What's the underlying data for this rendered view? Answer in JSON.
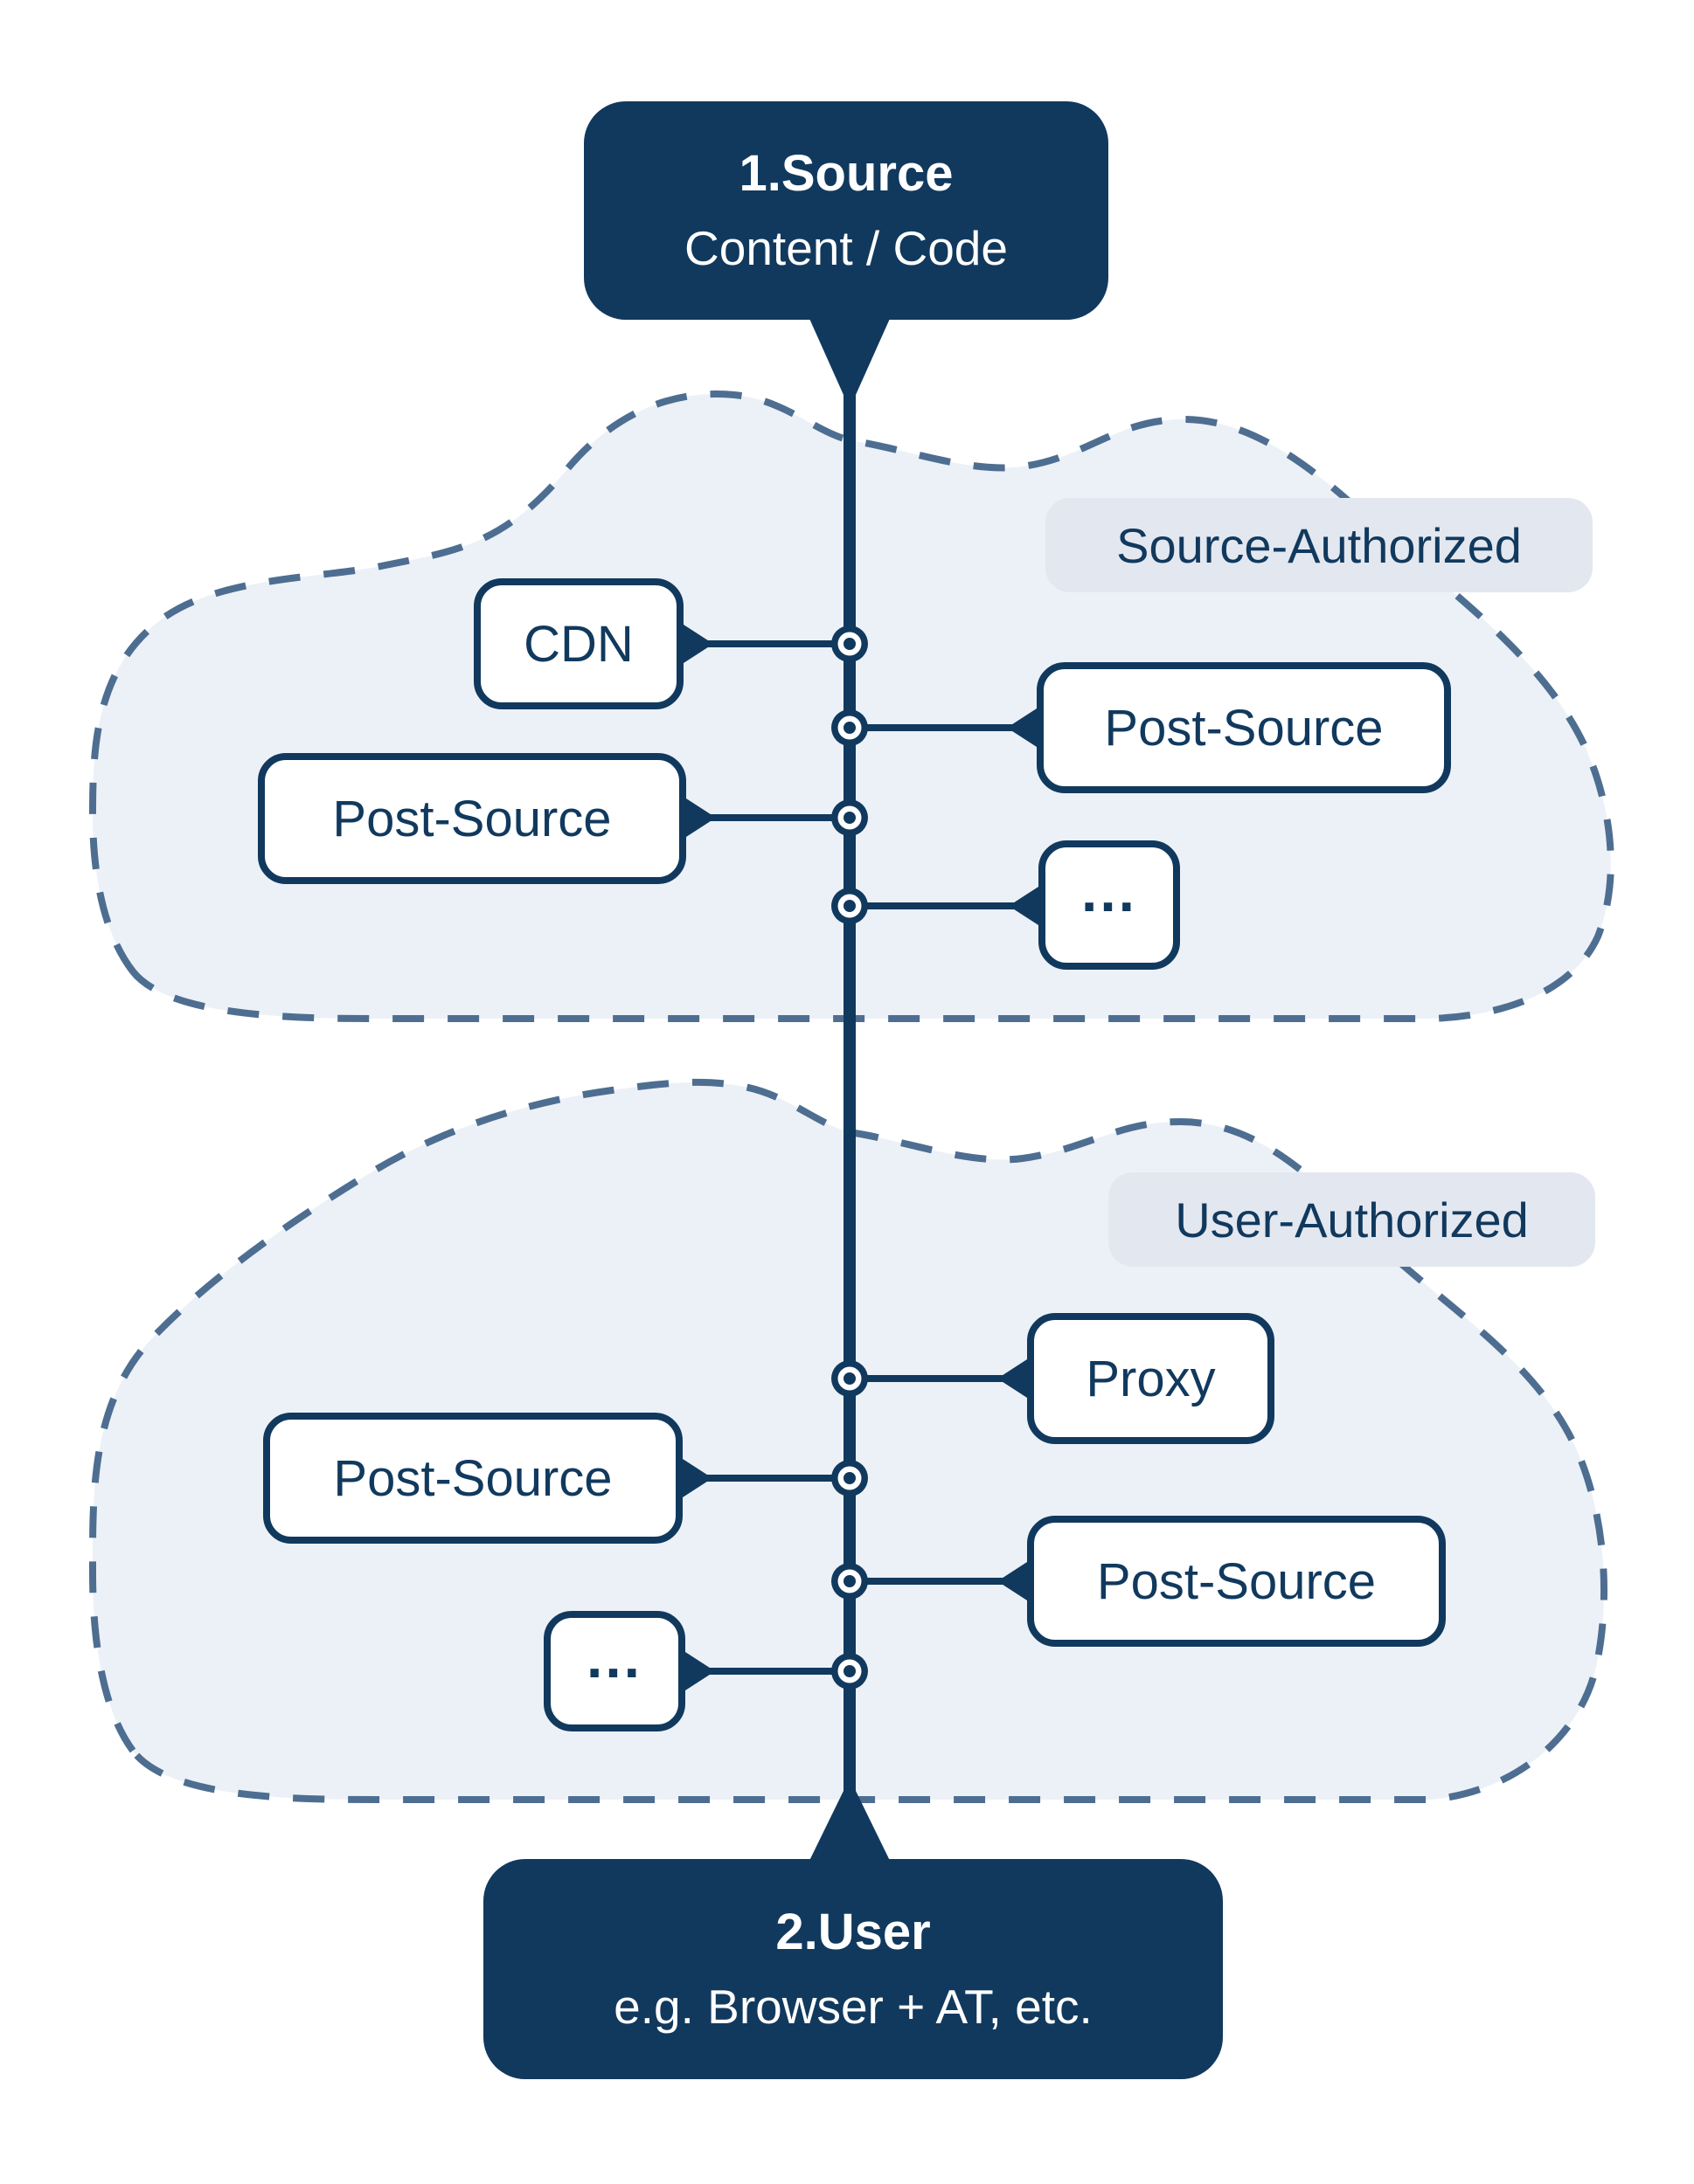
{
  "colors": {
    "navy": "#11395e",
    "cloud_fill": "#ecf1f7",
    "cloud_stroke": "#4e6e91",
    "label_bg": "#e3e7ef",
    "node_bg": "#ffffff"
  },
  "source_node": {
    "title": "1.Source",
    "subtitle": "Content / Code"
  },
  "user_node": {
    "title": "2.User",
    "subtitle": "e.g. Browser + AT, etc."
  },
  "sections": [
    {
      "label": "Source-Authorized",
      "nodes": [
        {
          "label": "CDN"
        },
        {
          "label": "Post-Source"
        },
        {
          "label": "Post-Source"
        },
        {
          "label": "..."
        }
      ]
    },
    {
      "label": "User-Authorized",
      "nodes": [
        {
          "label": "Proxy"
        },
        {
          "label": "Post-Source"
        },
        {
          "label": "Post-Source"
        },
        {
          "label": "..."
        }
      ]
    }
  ]
}
